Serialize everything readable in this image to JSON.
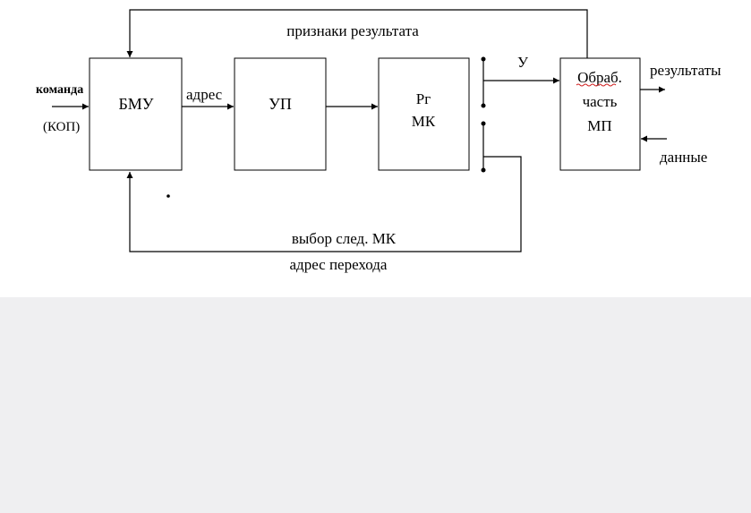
{
  "blocks": {
    "bmu": "БМУ",
    "up": "УП",
    "rg_line1": "Рг",
    "rg_line2": "МК",
    "proc_line1": "Обраб.",
    "proc_line2": "часть",
    "proc_line3": "МП"
  },
  "signals": {
    "top_feedback": "признаки результата",
    "command": "команда",
    "kop": "(КОП)",
    "address": "адрес",
    "u": "У",
    "results": "результаты",
    "data": "данные",
    "next_mk": "выбор след. МК",
    "jump_address": "адрес перехода"
  },
  "colors": {
    "lines": "#000000",
    "background": "#ffffff",
    "lower_panel": "#efeff1",
    "spellcheck_underline": "#d02020"
  }
}
